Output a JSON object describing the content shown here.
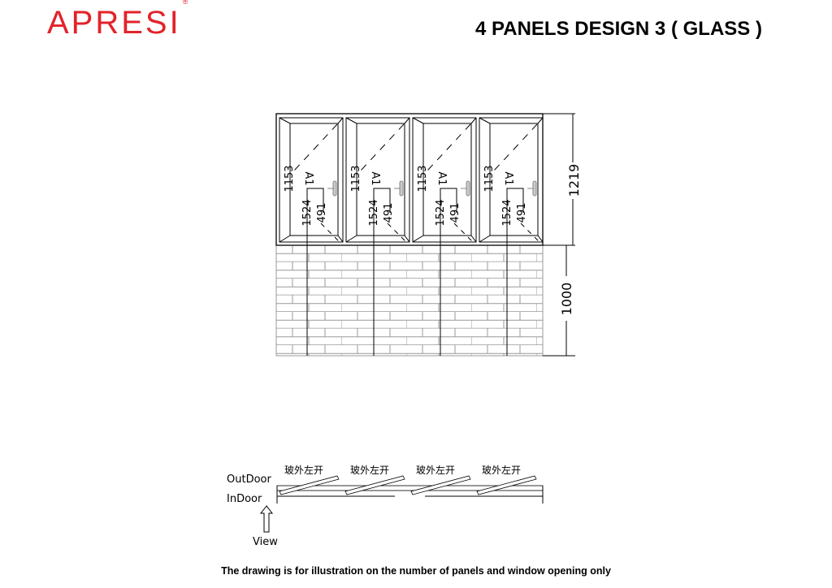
{
  "header": {
    "logo": "APRESI",
    "logo_mark": "®",
    "title": "4 PANELS DESIGN 3 ( GLASS )",
    "brand_color": "#e2232b"
  },
  "elevation": {
    "panels": [
      {
        "height_label": "1153",
        "code": "A1",
        "width_label": "1524",
        "sash_label": "491"
      },
      {
        "height_label": "1153",
        "code": "A1",
        "width_label": "1524",
        "sash_label": "491"
      },
      {
        "height_label": "1153",
        "code": "A1",
        "width_label": "1524",
        "sash_label": "491"
      },
      {
        "height_label": "1153",
        "code": "A1",
        "width_label": "1524",
        "sash_label": "491"
      }
    ],
    "window_height": "1219",
    "wall_height": "1000"
  },
  "plan": {
    "outdoor_label": "OutDoor",
    "indoor_label": "InDoor",
    "view_label": "View",
    "opening_labels": [
      "玻外左开",
      "玻外左开",
      "玻外左开",
      "玻外左开"
    ]
  },
  "footer": {
    "note": "The drawing is for illustration on the number of panels and window opening only"
  }
}
